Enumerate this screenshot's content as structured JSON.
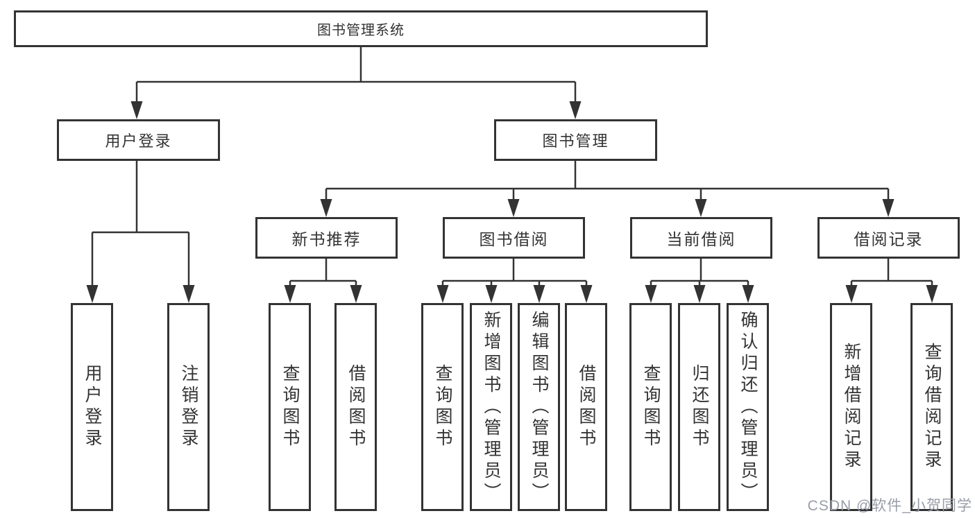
{
  "diagram_title": "图书管理系统",
  "watermark": "CSDN @软件_小贺同学",
  "colors": {
    "line": "#333333",
    "text": "#333333",
    "background": "#ffffff",
    "watermark": "#989da8"
  },
  "nodes": {
    "root": {
      "label": "图书管理系统",
      "children": [
        "user_login",
        "book_management"
      ]
    },
    "user_login": {
      "label": "用户登录",
      "children": [
        "user_login_leaf",
        "logout_leaf"
      ]
    },
    "book_management": {
      "label": "图书管理",
      "children": [
        "new_book_recommend",
        "book_borrowing",
        "current_borrowing",
        "borrowing_records"
      ]
    },
    "new_book_recommend": {
      "label": "新书推荐",
      "children": [
        "nb_query_books",
        "nb_borrow_books"
      ]
    },
    "book_borrowing": {
      "label": "图书借阅",
      "children": [
        "bb_query_books",
        "bb_add_books",
        "bb_edit_books",
        "bb_borrow_books"
      ]
    },
    "current_borrowing": {
      "label": "当前借阅",
      "children": [
        "cb_query_books",
        "cb_return_books",
        "cb_confirm_return"
      ]
    },
    "borrowing_records": {
      "label": "借阅记录",
      "children": [
        "br_add_record",
        "br_query_record"
      ]
    },
    "user_login_leaf": {
      "label": "用户登录"
    },
    "logout_leaf": {
      "label": "注销登录"
    },
    "nb_query_books": {
      "label": "查询图书"
    },
    "nb_borrow_books": {
      "label": "借阅图书"
    },
    "bb_query_books": {
      "label": "查询图书"
    },
    "bb_add_books": {
      "label": "新增图书（管理员）"
    },
    "bb_edit_books": {
      "label": "编辑图书（管理员）"
    },
    "bb_borrow_books": {
      "label": "借阅图书"
    },
    "cb_query_books": {
      "label": "查询图书"
    },
    "cb_return_books": {
      "label": "归还图书"
    },
    "cb_confirm_return": {
      "label": "确认归还（管理员）"
    },
    "br_add_record": {
      "label": "新增借阅记录"
    },
    "br_query_record": {
      "label": "查询借阅记录"
    }
  }
}
